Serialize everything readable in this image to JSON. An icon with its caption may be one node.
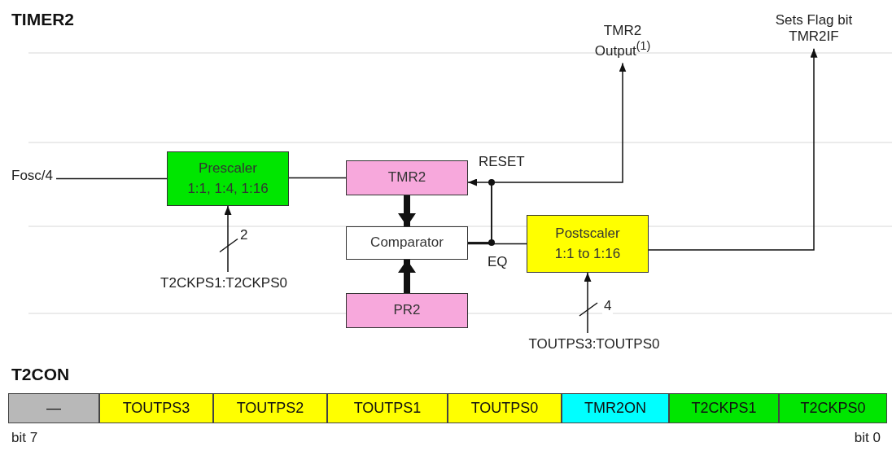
{
  "diagram": {
    "title": "TIMER2",
    "nodes": [
      {
        "text": [
          "Fosc/4"
        ]
      },
      {
        "text": [
          "Prescaler",
          "1:1, 1:4, 1:16"
        ]
      },
      {
        "text": [
          "TMR2"
        ]
      },
      {
        "text": [
          "Comparator"
        ]
      },
      {
        "text": [
          "PR2"
        ]
      },
      {
        "text": [
          "Postscaler",
          "1:1 to 1:16"
        ]
      },
      {
        "text": [
          "TMR2 Output$^{(1)}$"
        ]
      },
      {
        "text": [
          "Sets Flag bit TMR2IF"
        ]
      },
      {
        "text": [
          "T2CKPS1:T2CKPS0"
        ]
      },
      {
        "text": [
          "TOUTPS3:TOUTPS0"
        ]
      }
    ],
    "edges": [
      {
        "from": 0,
        "to": 1,
        "arrow": "none"
      },
      {
        "from": 1,
        "to": 2,
        "arrow": "none"
      },
      {
        "from": 2,
        "to": 3,
        "arrow": "to",
        "style": "thick"
      },
      {
        "from": 4,
        "to": 3,
        "arrow": "to",
        "style": "thick"
      },
      {
        "from": 3,
        "to": 5,
        "arrow": "none",
        "label": "EQ"
      },
      {
        "from": 3,
        "to": 2,
        "arrow": "to",
        "label": "RESET"
      },
      {
        "from": 3,
        "to": 6,
        "arrow": "to"
      },
      {
        "from": 5,
        "to": 7,
        "arrow": "to"
      },
      {
        "from": 8,
        "to": 1,
        "arrow": "to",
        "label": "2"
      },
      {
        "from": 9,
        "to": 5,
        "arrow": "to",
        "label": "4"
      }
    ],
    "labels": [
      "T2CON",
      "—",
      "TOUTPS3",
      "TOUTPS2",
      "TOUTPS1",
      "TOUTPS0",
      "TMR2ON",
      "T2CKPS1",
      "T2CKPS0",
      "bit 7",
      "bit 0"
    ]
  }
}
